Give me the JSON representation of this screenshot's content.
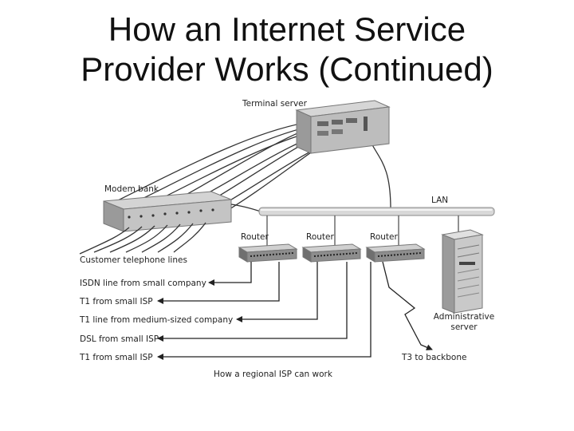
{
  "slide": {
    "title_line1": "How an Internet Service",
    "title_line2": "Provider Works (Continued)"
  },
  "diagram": {
    "terminal_server": "Terminal server",
    "modem_bank": "Modem bank",
    "lan": "LAN",
    "routers": [
      "Router",
      "Router",
      "Router"
    ],
    "customer_lines": "Customer telephone lines",
    "connections": [
      "ISDN line from small company",
      "T1 from small ISP",
      "T1 line from medium-sized company",
      "DSL from small ISP",
      "T1 from small ISP"
    ],
    "admin_server_line1": "Administrative",
    "admin_server_line2": "server",
    "t3_backbone": "T3 to backbone",
    "caption": "How a regional ISP can work"
  }
}
